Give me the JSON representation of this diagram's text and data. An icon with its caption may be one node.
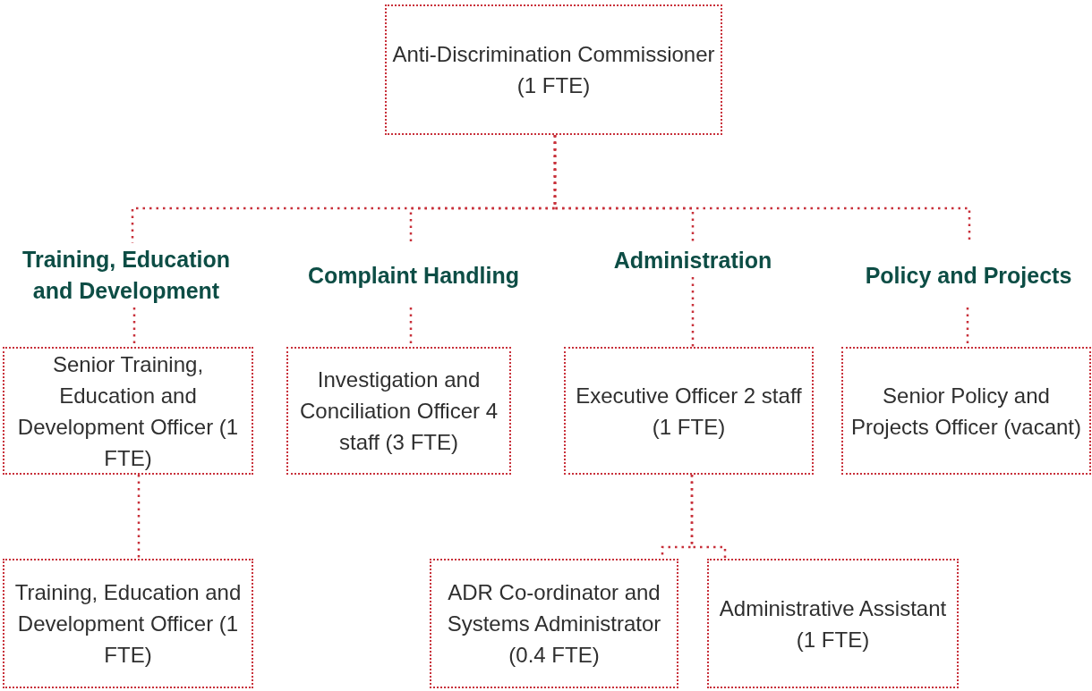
{
  "diagram": {
    "nodes": [
      {
        "text": [
          "Anti-Discrimination Commissioner (1 FTE)"
        ]
      },
      {
        "text": [
          "Training, Education and Development"
        ]
      },
      {
        "text": [
          "Complaint Handling"
        ]
      },
      {
        "text": [
          "Administration"
        ]
      },
      {
        "text": [
          "Policy and Projects"
        ]
      },
      {
        "text": [
          "Senior Training, Education and Development Officer (1 FTE)"
        ]
      },
      {
        "text": [
          "Investigation and Conciliation Officer 4 staff (3 FTE)"
        ]
      },
      {
        "text": [
          "Executive Officer 2 staff (1 FTE)"
        ]
      },
      {
        "text": [
          "Senior Policy and Projects Officer (vacant)"
        ]
      },
      {
        "text": [
          "Training, Education and Development Officer (1 FTE)"
        ]
      },
      {
        "text": [
          "ADR Co-ordinator and Systems Administrator (0.4 FTE)"
        ]
      },
      {
        "text": [
          "Administrative Assistant (1 FTE)"
        ]
      }
    ],
    "edges": [
      {
        "from": 0,
        "to": 1,
        "arrow": "none"
      },
      {
        "from": 0,
        "to": 2,
        "arrow": "none"
      },
      {
        "from": 0,
        "to": 3,
        "arrow": "none"
      },
      {
        "from": 0,
        "to": 4,
        "arrow": "none"
      },
      {
        "from": 1,
        "to": 5,
        "arrow": "none"
      },
      {
        "from": 2,
        "to": 6,
        "arrow": "none"
      },
      {
        "from": 3,
        "to": 7,
        "arrow": "none"
      },
      {
        "from": 4,
        "to": 8,
        "arrow": "none"
      },
      {
        "from": 5,
        "to": 9,
        "arrow": "none"
      },
      {
        "from": 7,
        "to": 10,
        "arrow": "none"
      },
      {
        "from": 7,
        "to": 11,
        "arrow": "none"
      }
    ]
  }
}
